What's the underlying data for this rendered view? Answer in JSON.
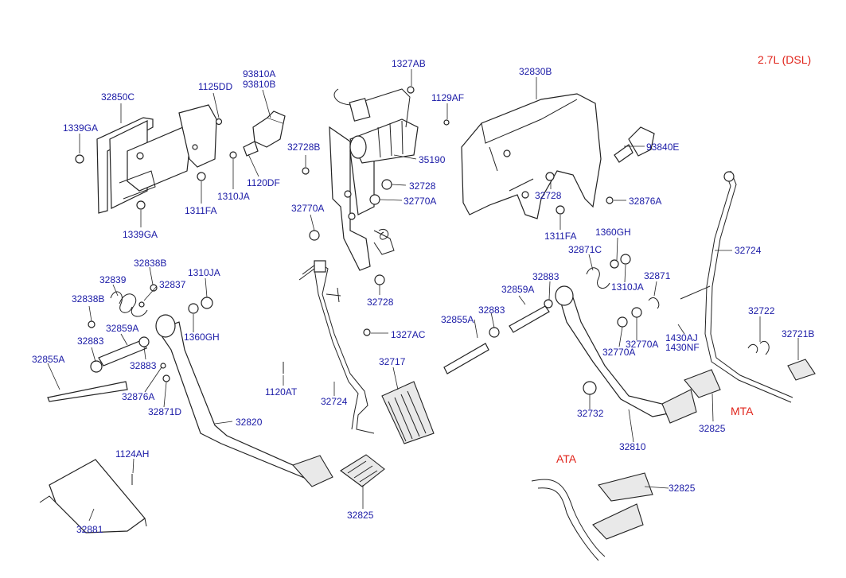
{
  "engine_label": "2.7L (DSL)",
  "variant_labels": {
    "mta": "MTA",
    "ata": "ATA"
  },
  "labels": [
    "32850C",
    "1125DD",
    "93810A",
    "93810B",
    "1339GA",
    "1120DF",
    "1310JA",
    "1311FA",
    "1339GA",
    "1327AB",
    "1129AF",
    "32728B",
    "35190",
    "32728",
    "32770A",
    "32770A",
    "32728",
    "32830B",
    "93840E",
    "32728",
    "32876A",
    "1311FA",
    "1360GH",
    "32724",
    "32838B",
    "32839",
    "32837",
    "1310JA",
    "32838B",
    "32859A",
    "1360GH",
    "32883",
    "32855A",
    "32883",
    "32876A",
    "32871D",
    "32820",
    "1120AT",
    "32724",
    "1327AC",
    "32717",
    "32871C",
    "32871",
    "32883",
    "1310JA",
    "32859A",
    "32883",
    "32855A",
    "32770A",
    "32770A",
    "1430AJ",
    "1430NF",
    "32722",
    "32721B",
    "32732",
    "32825",
    "32810",
    "32825",
    "1124AH",
    "32881",
    "32825"
  ]
}
